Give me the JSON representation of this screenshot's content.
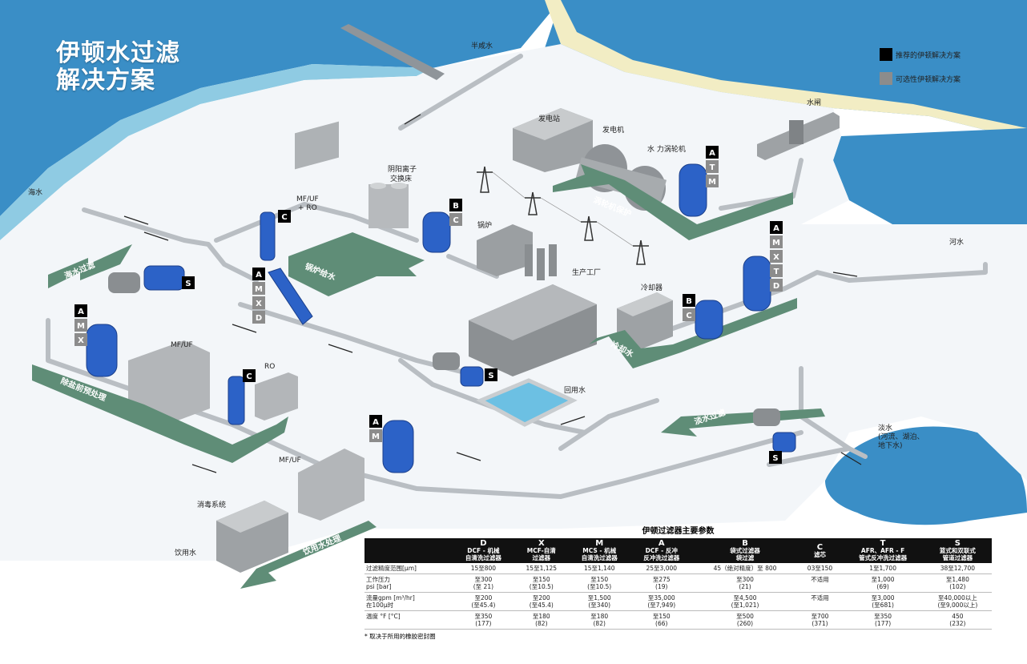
{
  "title_line1": "伊顿水过滤",
  "title_line2": "解决方案",
  "legend": {
    "recommended": {
      "label": "推荐的伊顿解决方案",
      "color": "#000000"
    },
    "optional": {
      "label": "可选性伊顿解决方案",
      "color": "#8c8c8c"
    }
  },
  "places": {
    "seawater_left": "海水",
    "half_salt_water": "半咸水",
    "sluice": "水闸",
    "river": "河水",
    "power_station": "发电站",
    "generator": "发电机",
    "hydro_turbine": "水 力涡轮机",
    "ion_exchange_line1": "阴阳离子",
    "ion_exchange_line2": "交换床",
    "boiler": "锅炉",
    "production_plant": "生产工厂",
    "cooler": "冷却器",
    "mfuf_rd_line1": "MF/UF",
    "mfuf_rd_line2": "+ RO",
    "mfuf_left": "MF/UF",
    "ro_left": "RO",
    "mfuf_bottom": "MF/UF",
    "disinfection": "消毒系统",
    "drinking_water": "饮用水",
    "fresh_water_line1": "淡水",
    "fresh_water_line2": "(河流、湖泊、",
    "fresh_water_line3": "地下水)",
    "pool_water": "回用水"
  },
  "flow_arrows": {
    "seawater_filter": "海水过滤",
    "boiler_feed": "锅炉给水",
    "turbine_protect": "涡轮机保护",
    "cooling_water": "冷却水",
    "desal_pretreat": "除盐前预处理",
    "fresh_filter": "淡水过滤",
    "drinking_treat": "饮用水处理"
  },
  "badges": {
    "a": "A",
    "m": "M",
    "x": "X",
    "d": "D",
    "t": "T",
    "c": "C",
    "b": "B",
    "s": "S"
  },
  "table": {
    "title": "伊顿过滤器主要参数",
    "columns": [
      {
        "code": "D",
        "sub1": "DCF - 机械",
        "sub2": "自清洗过滤器"
      },
      {
        "code": "X",
        "sub1": "MCF-自清",
        "sub2": "过滤器"
      },
      {
        "code": "M",
        "sub1": "MCS - 机械",
        "sub2": "自清洗过滤器"
      },
      {
        "code": "A",
        "sub1": "DCF - 反冲",
        "sub2": "反冲洗过滤器"
      },
      {
        "code": "B",
        "sub1": "袋式过滤器",
        "sub2": "袋过滤"
      },
      {
        "code": "C",
        "sub1": "滤芯",
        "sub2": ""
      },
      {
        "code": "T",
        "sub1": "AFR、AFR - F",
        "sub2": "管式反冲洗过滤器"
      },
      {
        "code": "S",
        "sub1": "篮式和双联式",
        "sub2": "管道过滤器"
      }
    ],
    "rows": [
      {
        "h1": "过滤精度范围[µm]",
        "h2": "",
        "cells": [
          [
            "15至800",
            ""
          ],
          [
            "15至1,125",
            ""
          ],
          [
            "15至1,140",
            ""
          ],
          [
            "25至3,000",
            ""
          ],
          [
            "45（绝对精度）至 800",
            ""
          ],
          [
            "03至150",
            ""
          ],
          [
            "1至1,700",
            ""
          ],
          [
            "38至12,700",
            ""
          ]
        ]
      },
      {
        "h1": "工作压力",
        "h2": "psi [bar]",
        "cells": [
          [
            "至300",
            "(至 21)"
          ],
          [
            "至150",
            "(至10.5)"
          ],
          [
            "至150",
            "(至10.5)"
          ],
          [
            "至275",
            "(19)"
          ],
          [
            "至300",
            "(21)"
          ],
          [
            "不适用",
            ""
          ],
          [
            "至1,000",
            "(69)"
          ],
          [
            "至1,480",
            "(102)"
          ]
        ]
      },
      {
        "h1": "流量gpm [m³/hr]",
        "h2": "在100µ时",
        "cells": [
          [
            "至200",
            "(至45.4)"
          ],
          [
            "至200",
            "(至45.4)"
          ],
          [
            "至1,500",
            "(至340)"
          ],
          [
            "至35,000",
            "(至7,949)"
          ],
          [
            "至4,500",
            "(至1,021)"
          ],
          [
            "不适用",
            ""
          ],
          [
            "至3,000",
            "(至681)"
          ],
          [
            "至40,000以上",
            "(至9,000以上)"
          ]
        ]
      },
      {
        "h1": "温度 °F [°C]",
        "h2": "",
        "cells": [
          [
            "至350",
            "(177)"
          ],
          [
            "至180",
            "(82)"
          ],
          [
            "至180",
            "(82)"
          ],
          [
            "至150",
            "(66)"
          ],
          [
            "至500",
            "(260)"
          ],
          [
            "至700",
            "(371)"
          ],
          [
            "至350",
            "(177)"
          ],
          [
            "450",
            "(232)"
          ]
        ]
      }
    ],
    "footnote": "* 取决于所用的橡胶密封圈"
  },
  "colors": {
    "sea": "#3f93c8",
    "sea_light": "#7fc1df",
    "beach": "#f4efc6",
    "ground": "#f6f8fa",
    "arrow_green": "#5f8d77",
    "equip_blue": "#2c62c7",
    "pipe": "#b9bec3"
  }
}
